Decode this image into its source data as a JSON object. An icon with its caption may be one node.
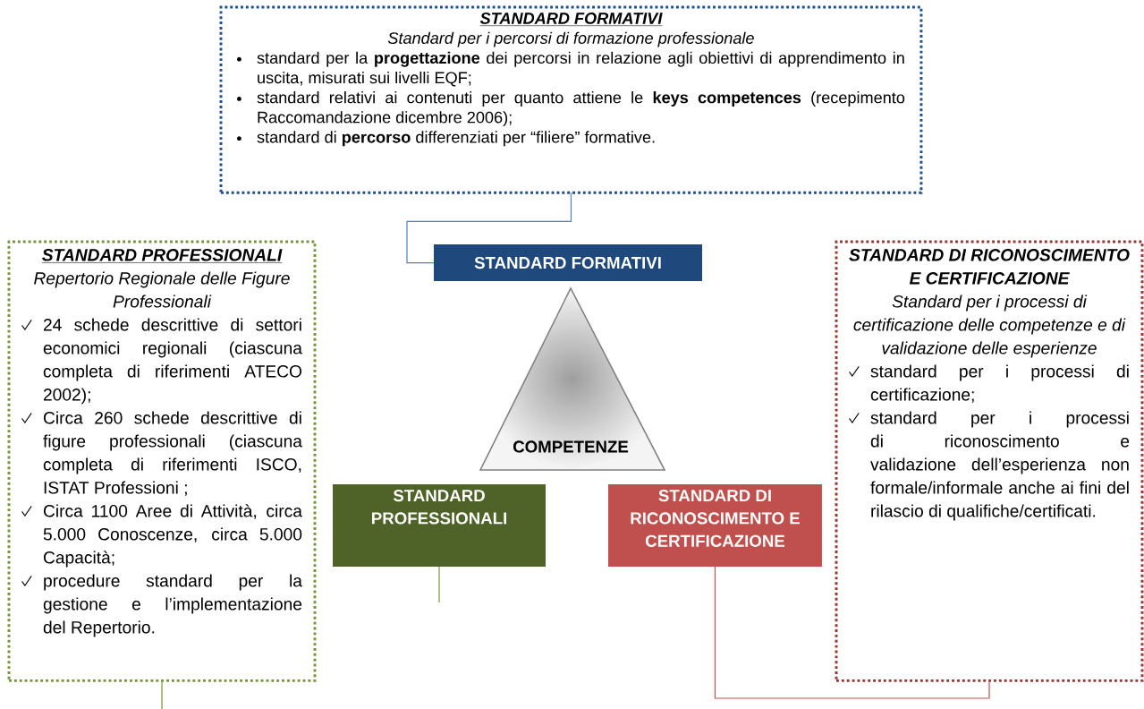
{
  "diagram": {
    "nodes": [
      {
        "text": [
          "STANDARD FORMATIVI",
          "Standard per i percorsi di formazione professionale",
          "standard per la **progettazione** dei percorsi in relazione agli obiettivi di apprendimento in uscita, misurati sui livelli EQF;",
          "standard relativi ai contenuti per quanto attiene le **keys competences** (recepimento Raccomandazione dicembre 2006);",
          "standard di **percorso** differenziati per “filiere” formative."
        ]
      },
      {
        "text": [
          "STANDARD FORMATIVI"
        ]
      },
      {
        "text": [
          "STANDARD PROFESSIONALI",
          "Repertorio Regionale delle Figure Professionali",
          "24 schede descrittive di settori economici regionali (ciascuna completa di riferimenti ATECO 2002);",
          "Circa 260 schede descrittive di figure professionali (ciascuna completa di riferimenti ISCO, ISTAT Professioni ;",
          "Circa 1100 Aree di Attività, circa 5.000 Conoscenze, circa 5.000 Capacità;",
          "procedure standard per la gestione e l’implementazione del Repertorio."
        ]
      },
      {
        "text": [
          "COMPETENZE"
        ]
      },
      {
        "text": [
          "STANDARD PROFESSIONALI"
        ]
      },
      {
        "text": [
          "STANDARD DI RICONOSCIMENTO E CERTIFICAZIONE"
        ]
      },
      {
        "text": [
          "STANDARD DI RICONOSCIMENTO E CERTIFICAZIONE",
          "Standard per i processi di certificazione delle competenze e di validazione delle esperienze",
          "standard per i processi di certificazione;",
          "standard per i processi di riconoscimento e validazione dell’esperienza non formale/informale anche ai fini del rilascio di qualifiche/certificati."
        ]
      }
    ],
    "edges": [
      {
        "from": 0,
        "to": 1,
        "arrow": "none",
        "color": "#4f81bd"
      },
      {
        "from": 2,
        "to": null,
        "arrow": "none",
        "color": "#77933c"
      },
      {
        "from": 4,
        "to": null,
        "arrow": "none",
        "color": "#77933c"
      },
      {
        "from": 5,
        "to": 6,
        "arrow": "none",
        "color": "#c0504d"
      }
    ]
  }
}
